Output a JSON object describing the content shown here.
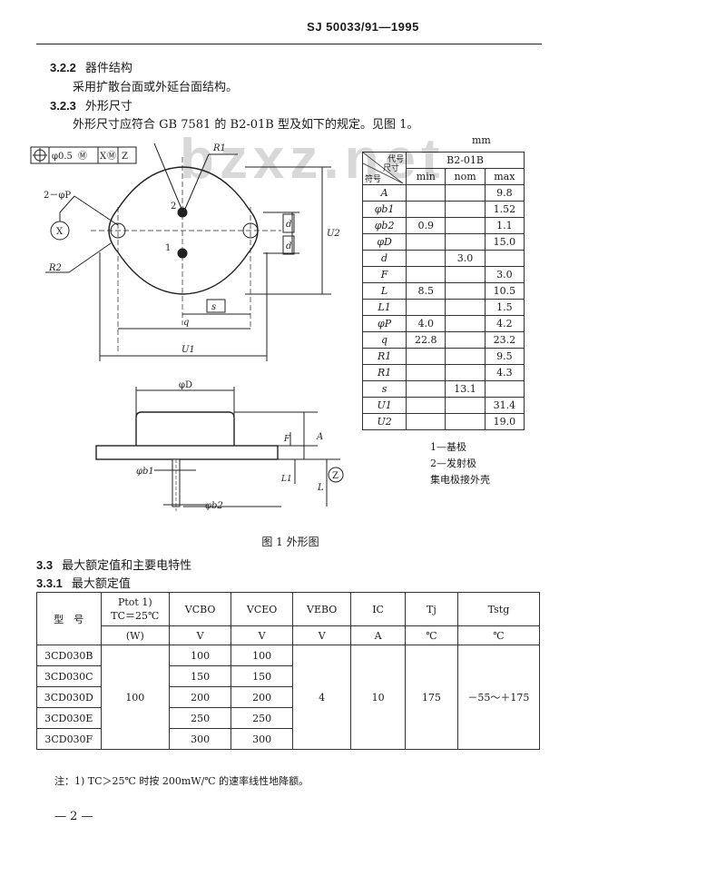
{
  "header": "SJ 50033/91—1995",
  "watermark": "bzxz.net",
  "sec_322": {
    "num": "3.2.2",
    "title": "器件结构",
    "text": "采用扩散台面或外延台面结构。"
  },
  "sec_323": {
    "num": "3.2.3",
    "title": "外形尺寸",
    "text": "外形尺寸应符合 GB 7581 的 B2-01B 型及如下的规定。见图 1。"
  },
  "drawing": {
    "tolerance_frame": [
      "⊕",
      "φ0.5",
      "Ⓜ",
      "X",
      "Ⓜ",
      "Z"
    ],
    "label_hole": "2－φP",
    "datum_x": "X",
    "datum_z": "Z",
    "R1": "R1",
    "R2": "R2",
    "pin2": "2",
    "pin1": "1",
    "d": "d",
    "U2": "U2",
    "s": "s",
    "q": "q",
    "U1": "U1",
    "phiD": "φD",
    "F": "F",
    "A": "A",
    "L1": "L1",
    "L": "L",
    "phib1": "φb1",
    "phib2": "φb2"
  },
  "dim_table": {
    "unit": "mm",
    "corner_top": "代号",
    "corner_mid": "尺寸",
    "corner_left": "符号",
    "package": "B2-01B",
    "cols": [
      "min",
      "nom",
      "max"
    ],
    "rows": [
      {
        "sym": "A",
        "min": "",
        "nom": "",
        "max": "9.8"
      },
      {
        "sym": "φb1",
        "min": "",
        "nom": "",
        "max": "1.52"
      },
      {
        "sym": "φb2",
        "min": "0.9",
        "nom": "",
        "max": "1.1"
      },
      {
        "sym": "φD",
        "min": "",
        "nom": "",
        "max": "15.0"
      },
      {
        "sym": "d",
        "min": "",
        "nom": "3.0",
        "max": ""
      },
      {
        "sym": "F",
        "min": "",
        "nom": "",
        "max": "3.0"
      },
      {
        "sym": "L",
        "min": "8.5",
        "nom": "",
        "max": "10.5"
      },
      {
        "sym": "L1",
        "min": "",
        "nom": "",
        "max": "1.5"
      },
      {
        "sym": "φP",
        "min": "4.0",
        "nom": "",
        "max": "4.2"
      },
      {
        "sym": "q",
        "min": "22.8",
        "nom": "",
        "max": "23.2"
      },
      {
        "sym": "R1",
        "min": "",
        "nom": "",
        "max": "9.5"
      },
      {
        "sym": "R1",
        "min": "",
        "nom": "",
        "max": "4.3"
      },
      {
        "sym": "s",
        "min": "",
        "nom": "13.1",
        "max": ""
      },
      {
        "sym": "U1",
        "min": "",
        "nom": "",
        "max": "31.4"
      },
      {
        "sym": "U2",
        "min": "",
        "nom": "",
        "max": "19.0"
      }
    ]
  },
  "legend": [
    "1—基极",
    "2—发射极",
    "集电极接外壳"
  ],
  "fig_caption": "图 1 外形图",
  "sec_33": {
    "num": "3.3",
    "title": "最大额定值和主要电特性"
  },
  "sec_331": {
    "num": "3.3.1",
    "title": "最大额定值"
  },
  "ratings": {
    "headers": [
      {
        "l1": "型　号",
        "l2": "",
        "l3": ""
      },
      {
        "l1": "Ptot 1)",
        "l2": "TC＝25℃",
        "l3": "(W)"
      },
      {
        "l1": "VCBO",
        "l2": "",
        "l3": "V"
      },
      {
        "l1": "VCEO",
        "l2": "",
        "l3": "V"
      },
      {
        "l1": "VEBO",
        "l2": "",
        "l3": "V"
      },
      {
        "l1": "IC",
        "l2": "",
        "l3": "A"
      },
      {
        "l1": "Tj",
        "l2": "",
        "l3": "℃"
      },
      {
        "l1": "Tstg",
        "l2": "",
        "l3": "℃"
      }
    ],
    "models": [
      "3CD030B",
      "3CD030C",
      "3CD030D",
      "3CD030E",
      "3CD030F"
    ],
    "vcbo": [
      "100",
      "150",
      "200",
      "250",
      "300"
    ],
    "vceo": [
      "100",
      "150",
      "200",
      "250",
      "300"
    ],
    "ptot": "100",
    "vebo": "4",
    "ic": "10",
    "tj": "175",
    "tstg": "－55～＋175"
  },
  "note": "注：1) TC＞25℃ 时按 200mW/℃ 的速率线性地降额。",
  "page_number": "— 2 —"
}
